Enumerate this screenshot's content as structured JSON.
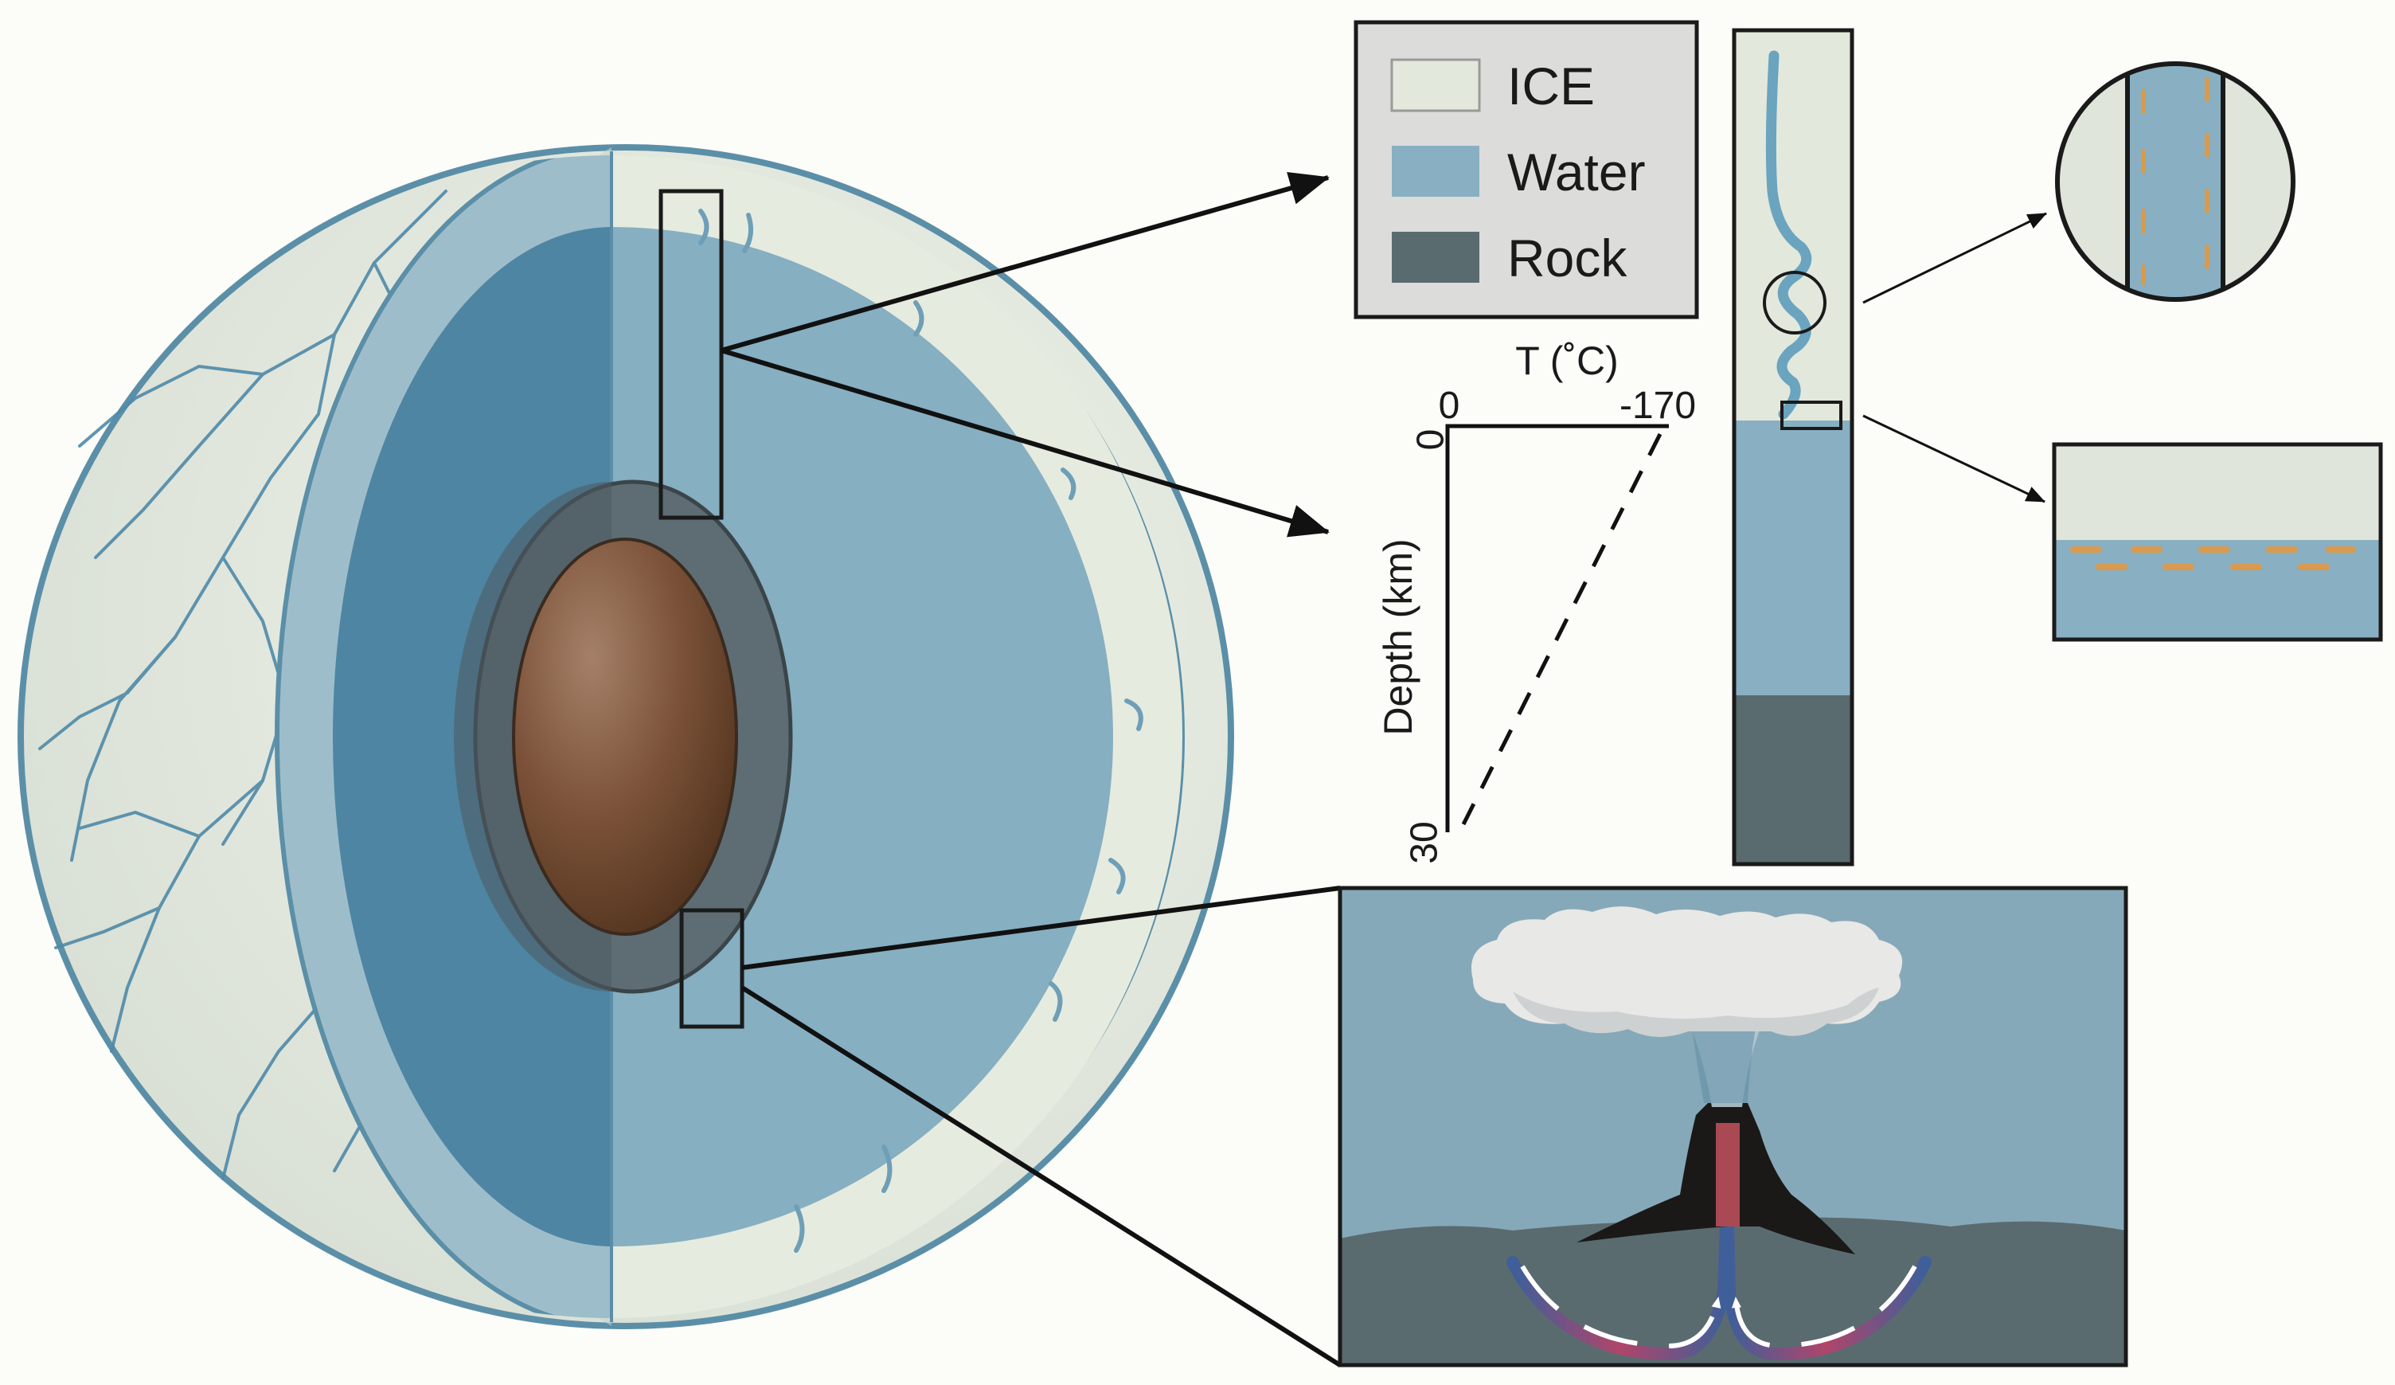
{
  "legend": {
    "items": [
      {
        "label": "ICE",
        "color": "#e3e8dc"
      },
      {
        "label": "Water",
        "color": "#88b0c2"
      },
      {
        "label": "Rock",
        "color": "#5a6b70"
      }
    ]
  },
  "temperature_profile": {
    "top_axis_title": "T  (˚C)",
    "y_axis_title": "Depth (km)",
    "top_ticks": [
      "0",
      "-170"
    ],
    "left_ticks": [
      "0",
      "30"
    ]
  },
  "colors": {
    "ice": "#e3e8dc",
    "water": "#88b0c2",
    "water_dark": "#4e85a3",
    "rock": "#5a6b70",
    "core": "#7a5138",
    "ridge": "#1b1917",
    "plume": "#e8e8e6",
    "outline": "#5b8fa8",
    "dash": "#d99a4f"
  },
  "icons": [
    "cracked-ice-shell",
    "rocky-core",
    "hydrothermal-vent-plume"
  ]
}
